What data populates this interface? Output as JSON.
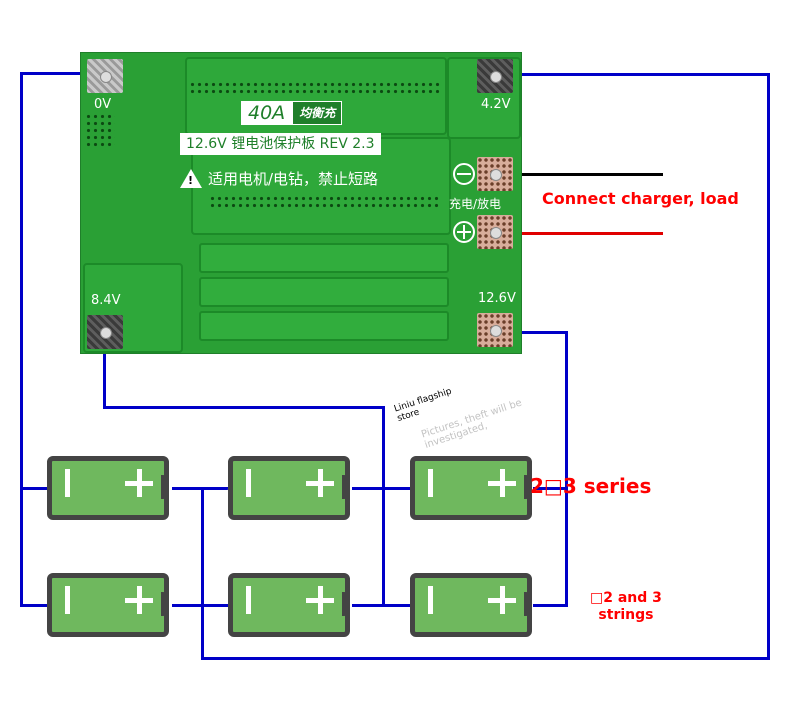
{
  "board": {
    "current_badge": "40A",
    "balance_badge": "均衡充",
    "title": "12.6V 锂电池保护板 REV 2.3",
    "warning": "适用电机/电钻，禁止短路",
    "warning_icon_glyph": "!",
    "charge_discharge_label": "充电/放电",
    "pads": {
      "b_minus": "0V",
      "b1": "4.2V",
      "b2": "8.4V",
      "b_plus": "12.6V"
    },
    "polarity": {
      "negative": "minus-circle-icon",
      "positive": "plus-circle-icon"
    }
  },
  "annotations": {
    "connect": "Connect charger, load",
    "series": "2□3 series",
    "strings_line1": "□2 and 3",
    "strings_line2": "strings",
    "store_line1": "Liniu flagship",
    "store_line2": "store",
    "watermark_line1": "Pictures, theft will be",
    "watermark_line2": "investigated,"
  },
  "batteries": [
    {
      "row": 1,
      "col": 1,
      "minus": "I",
      "plus": "+"
    },
    {
      "row": 1,
      "col": 2,
      "minus": "I",
      "plus": "+"
    },
    {
      "row": 1,
      "col": 3,
      "minus": "I",
      "plus": "+"
    },
    {
      "row": 2,
      "col": 1,
      "minus": "I",
      "plus": "+"
    },
    {
      "row": 2,
      "col": 2,
      "minus": "I",
      "plus": "+"
    },
    {
      "row": 2,
      "col": 3,
      "minus": "I",
      "plus": "+"
    }
  ],
  "colors": {
    "pcb": "#2aa035",
    "wire": "#0000c8",
    "battery_fill": "#6fb85e",
    "battery_case": "#444444",
    "annotation": "#ff0000",
    "lead_negative": "#000000",
    "lead_positive": "#e00000"
  }
}
